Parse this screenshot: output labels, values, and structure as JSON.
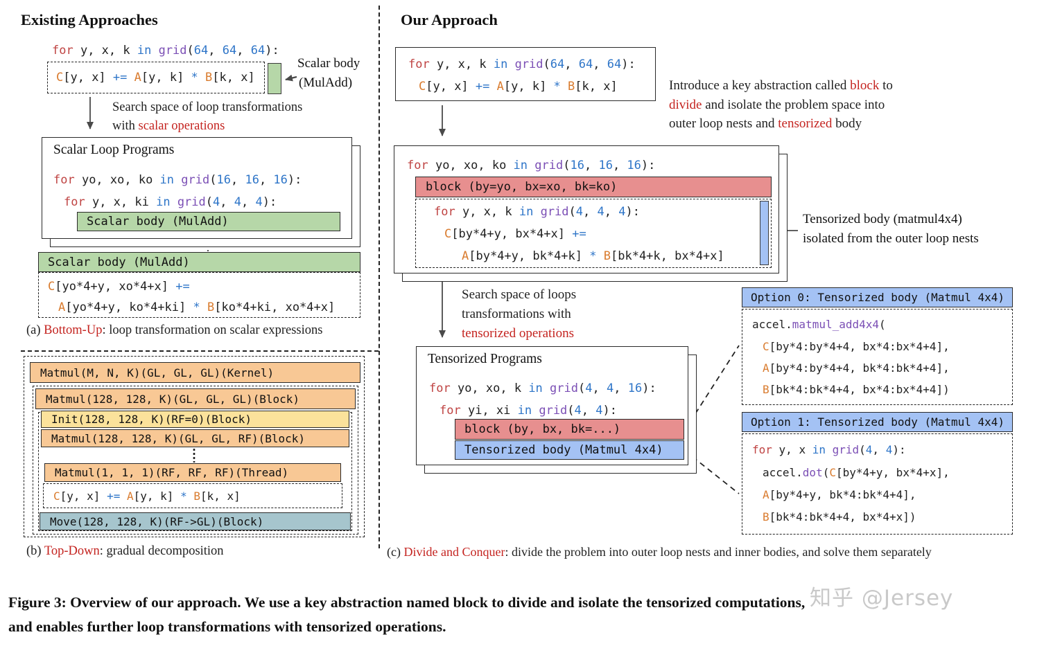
{
  "palette": {
    "p": "#1f1f1f",
    "kw": "#bf4342",
    "op": "#2e75c8",
    "fn": "#7b4fb5",
    "num": "#2e75c8",
    "var": "#d97b2e",
    "red": "#c4231f"
  },
  "colors": {
    "green": "#b6d7a8",
    "orange": "#f8c895",
    "yellow": "#fbe29b",
    "teal": "#a6c5cd",
    "salmon": "#e78f8f",
    "blue": "#a4c2f4",
    "border": "#2a2a2a"
  },
  "left": {
    "heading": "Existing Approaches",
    "code_top": {
      "l1": [
        {
          "t": "for",
          "c": "kw"
        },
        {
          "t": " y, x, k ",
          "c": "p"
        },
        {
          "t": "in",
          "c": "op"
        },
        {
          "t": " ",
          "c": "p"
        },
        {
          "t": "grid",
          "c": "fn"
        },
        {
          "t": "(",
          "c": "p"
        },
        {
          "t": "64",
          "c": "num"
        },
        {
          "t": ", ",
          "c": "p"
        },
        {
          "t": "64",
          "c": "num"
        },
        {
          "t": ", ",
          "c": "p"
        },
        {
          "t": "64",
          "c": "num"
        },
        {
          "t": "):",
          "c": "p"
        }
      ],
      "l2": [
        {
          "t": "C",
          "c": "var"
        },
        {
          "t": "[y, x] ",
          "c": "p"
        },
        {
          "t": "+=",
          "c": "op"
        },
        {
          "t": " ",
          "c": "p"
        },
        {
          "t": "A",
          "c": "var"
        },
        {
          "t": "[y, k] ",
          "c": "p"
        },
        {
          "t": "*",
          "c": "op"
        },
        {
          "t": " ",
          "c": "p"
        },
        {
          "t": "B",
          "c": "var"
        },
        {
          "t": "[k, x]",
          "c": "p"
        }
      ]
    },
    "scalar_body_label": {
      "l1": "Scalar body",
      "l2": "(MulAdd)"
    },
    "search": {
      "l1": [
        {
          "t": "Search space of loop transformations",
          "c": "p"
        }
      ],
      "l2": [
        {
          "t": "with ",
          "c": "p"
        },
        {
          "t": "scalar operations",
          "c": "red"
        }
      ]
    },
    "slp": {
      "title": "Scalar Loop Programs",
      "l1": [
        {
          "t": "for",
          "c": "kw"
        },
        {
          "t": " yo, xo, ko ",
          "c": "p"
        },
        {
          "t": "in",
          "c": "op"
        },
        {
          "t": " ",
          "c": "p"
        },
        {
          "t": "grid",
          "c": "fn"
        },
        {
          "t": "(",
          "c": "p"
        },
        {
          "t": "16",
          "c": "num"
        },
        {
          "t": ", ",
          "c": "p"
        },
        {
          "t": "16",
          "c": "num"
        },
        {
          "t": ", ",
          "c": "p"
        },
        {
          "t": "16",
          "c": "num"
        },
        {
          "t": "):",
          "c": "p"
        }
      ],
      "l2": [
        {
          "t": "for",
          "c": "kw"
        },
        {
          "t": " y, x, ki ",
          "c": "p"
        },
        {
          "t": "in",
          "c": "op"
        },
        {
          "t": " ",
          "c": "p"
        },
        {
          "t": "grid",
          "c": "fn"
        },
        {
          "t": "(",
          "c": "p"
        },
        {
          "t": "4",
          "c": "num"
        },
        {
          "t": ", ",
          "c": "p"
        },
        {
          "t": "4",
          "c": "num"
        },
        {
          "t": ", ",
          "c": "p"
        },
        {
          "t": "4",
          "c": "num"
        },
        {
          "t": "):",
          "c": "p"
        }
      ],
      "body_label": "Scalar body (MulAdd)"
    },
    "expanded": {
      "label": "Scalar body (MulAdd)",
      "l1": [
        {
          "t": "C",
          "c": "var"
        },
        {
          "t": "[yo*4+y, xo*4+x] ",
          "c": "p"
        },
        {
          "t": "+=",
          "c": "op"
        }
      ],
      "l2": [
        {
          "t": "A",
          "c": "var"
        },
        {
          "t": "[yo*4+y, ko*4+ki] ",
          "c": "p"
        },
        {
          "t": "*",
          "c": "op"
        },
        {
          "t": " ",
          "c": "p"
        },
        {
          "t": "B",
          "c": "var"
        },
        {
          "t": "[ko*4+ki, xo*4+x]",
          "c": "p"
        }
      ]
    },
    "caption_a": [
      {
        "t": "(a) ",
        "c": "p"
      },
      {
        "t": "Bottom-Up",
        "c": "red"
      },
      {
        "t": ": loop transformation on scalar expressions",
        "c": "p"
      }
    ],
    "topdown": {
      "kernel": "Matmul(M, N, K)(GL, GL, GL)(Kernel)",
      "block": "Matmul(128, 128, K)(GL, GL, GL)(Block)",
      "init": "Init(128, 128, K)(RF=0)(Block)",
      "matmul_rf": "Matmul(128, 128, K)(GL, GL, RF)(Block)",
      "thread": "Matmul(1, 1, 1)(RF, RF, RF)(Thread)",
      "code": [
        {
          "t": "C",
          "c": "var"
        },
        {
          "t": "[y, x] ",
          "c": "p"
        },
        {
          "t": "+=",
          "c": "op"
        },
        {
          "t": " ",
          "c": "p"
        },
        {
          "t": "A",
          "c": "var"
        },
        {
          "t": "[y, k] ",
          "c": "p"
        },
        {
          "t": "*",
          "c": "op"
        },
        {
          "t": " ",
          "c": "p"
        },
        {
          "t": "B",
          "c": "var"
        },
        {
          "t": "[k, x]",
          "c": "p"
        }
      ],
      "move": "Move(128, 128, K)(RF->GL)(Block)",
      "caption_b": [
        {
          "t": "(b) ",
          "c": "p"
        },
        {
          "t": "Top-Down",
          "c": "red"
        },
        {
          "t": ": gradual decomposition",
          "c": "p"
        }
      ]
    }
  },
  "middle": {
    "heading": "Our Approach",
    "code_top": {
      "l1": [
        {
          "t": "for",
          "c": "kw"
        },
        {
          "t": " y, x, k ",
          "c": "p"
        },
        {
          "t": "in",
          "c": "op"
        },
        {
          "t": " ",
          "c": "p"
        },
        {
          "t": "grid",
          "c": "fn"
        },
        {
          "t": "(",
          "c": "p"
        },
        {
          "t": "64",
          "c": "num"
        },
        {
          "t": ", ",
          "c": "p"
        },
        {
          "t": "64",
          "c": "num"
        },
        {
          "t": ", ",
          "c": "p"
        },
        {
          "t": "64",
          "c": "num"
        },
        {
          "t": "):",
          "c": "p"
        }
      ],
      "l2": [
        {
          "t": "C",
          "c": "var"
        },
        {
          "t": "[y, x] ",
          "c": "p"
        },
        {
          "t": "+=",
          "c": "op"
        },
        {
          "t": " ",
          "c": "p"
        },
        {
          "t": "A",
          "c": "var"
        },
        {
          "t": "[y, k] ",
          "c": "p"
        },
        {
          "t": "*",
          "c": "op"
        },
        {
          "t": " ",
          "c": "p"
        },
        {
          "t": "B",
          "c": "var"
        },
        {
          "t": "[k, x]",
          "c": "p"
        }
      ]
    },
    "intro": {
      "l1": [
        {
          "t": "Introduce a key abstraction called ",
          "c": "p"
        },
        {
          "t": "block",
          "c": "red"
        },
        {
          "t": " to",
          "c": "p"
        }
      ],
      "l2": [
        {
          "t": "divide",
          "c": "red"
        },
        {
          "t": " and isolate the problem space into",
          "c": "p"
        }
      ],
      "l3": [
        {
          "t": "outer loop nests and ",
          "c": "p"
        },
        {
          "t": "tensorized",
          "c": "red"
        },
        {
          "t": " body",
          "c": "p"
        }
      ]
    },
    "blockbox": {
      "l1": [
        {
          "t": "for",
          "c": "kw"
        },
        {
          "t": " yo, xo, ko ",
          "c": "p"
        },
        {
          "t": "in",
          "c": "op"
        },
        {
          "t": " ",
          "c": "p"
        },
        {
          "t": "grid",
          "c": "fn"
        },
        {
          "t": "(",
          "c": "p"
        },
        {
          "t": "16",
          "c": "num"
        },
        {
          "t": ", ",
          "c": "p"
        },
        {
          "t": "16",
          "c": "num"
        },
        {
          "t": ", ",
          "c": "p"
        },
        {
          "t": "16",
          "c": "num"
        },
        {
          "t": "):",
          "c": "p"
        }
      ],
      "header": "block (by=yo, bx=xo, bk=ko)",
      "l2": [
        {
          "t": "for",
          "c": "kw"
        },
        {
          "t": " y, x, k ",
          "c": "p"
        },
        {
          "t": "in",
          "c": "op"
        },
        {
          "t": " ",
          "c": "p"
        },
        {
          "t": "grid",
          "c": "fn"
        },
        {
          "t": "(",
          "c": "p"
        },
        {
          "t": "4",
          "c": "num"
        },
        {
          "t": ", ",
          "c": "p"
        },
        {
          "t": "4",
          "c": "num"
        },
        {
          "t": ", ",
          "c": "p"
        },
        {
          "t": "4",
          "c": "num"
        },
        {
          "t": "):",
          "c": "p"
        }
      ],
      "l3": [
        {
          "t": "C",
          "c": "var"
        },
        {
          "t": "[by*4+y, bx*4+x] ",
          "c": "p"
        },
        {
          "t": "+=",
          "c": "op"
        }
      ],
      "l4": [
        {
          "t": "A",
          "c": "var"
        },
        {
          "t": "[by*4+y, bk*4+k] ",
          "c": "p"
        },
        {
          "t": "*",
          "c": "op"
        },
        {
          "t": " ",
          "c": "p"
        },
        {
          "t": "B",
          "c": "var"
        },
        {
          "t": "[bk*4+k, bx*4+x]",
          "c": "p"
        }
      ]
    },
    "tensorized_label": {
      "l1": "Tensorized body (matmul4x4)",
      "l2": "isolated from the outer loop nests"
    },
    "search": {
      "l1": [
        {
          "t": "Search space of loops",
          "c": "p"
        }
      ],
      "l2": [
        {
          "t": "transformations with",
          "c": "p"
        }
      ],
      "l3": [
        {
          "t": "tensorized operations",
          "c": "red"
        }
      ]
    },
    "tp": {
      "title": "Tensorized Programs",
      "l1": [
        {
          "t": "for",
          "c": "kw"
        },
        {
          "t": " yo, xo, k ",
          "c": "p"
        },
        {
          "t": "in",
          "c": "op"
        },
        {
          "t": " ",
          "c": "p"
        },
        {
          "t": "grid",
          "c": "fn"
        },
        {
          "t": "(",
          "c": "p"
        },
        {
          "t": "4",
          "c": "num"
        },
        {
          "t": ", ",
          "c": "p"
        },
        {
          "t": "4",
          "c": "num"
        },
        {
          "t": ", ",
          "c": "p"
        },
        {
          "t": "16",
          "c": "num"
        },
        {
          "t": "):",
          "c": "p"
        }
      ],
      "l2": [
        {
          "t": "for",
          "c": "kw"
        },
        {
          "t": " yi, xi ",
          "c": "p"
        },
        {
          "t": "in",
          "c": "op"
        },
        {
          "t": " ",
          "c": "p"
        },
        {
          "t": "grid",
          "c": "fn"
        },
        {
          "t": "(",
          "c": "p"
        },
        {
          "t": "4",
          "c": "num"
        },
        {
          "t": ", ",
          "c": "p"
        },
        {
          "t": "4",
          "c": "num"
        },
        {
          "t": "):",
          "c": "p"
        }
      ],
      "block": "block (by, bx, bk=...)",
      "body": "Tensorized body (Matmul 4x4)"
    },
    "caption_c": [
      {
        "t": "(c) ",
        "c": "p"
      },
      {
        "t": "Divide and Conquer",
        "c": "red"
      },
      {
        "t": ": divide the problem into outer loop nests and inner bodies, and solve them separately",
        "c": "p"
      }
    ]
  },
  "options": {
    "opt0": {
      "header": "Option 0: Tensorized body (Matmul 4x4)",
      "l1": [
        {
          "t": "accel.",
          "c": "p"
        },
        {
          "t": "matmul_add4x4",
          "c": "fn"
        },
        {
          "t": "(",
          "c": "p"
        }
      ],
      "l2": [
        {
          "t": "C",
          "c": "var"
        },
        {
          "t": "[by*4:by*4+4, bx*4:bx*4+4],",
          "c": "p"
        }
      ],
      "l3": [
        {
          "t": "A",
          "c": "var"
        },
        {
          "t": "[by*4:by*4+4, bk*4:bk*4+4],",
          "c": "p"
        }
      ],
      "l4": [
        {
          "t": "B",
          "c": "var"
        },
        {
          "t": "[bk*4:bk*4+4, bx*4:bx*4+4])",
          "c": "p"
        }
      ]
    },
    "opt1": {
      "header": "Option 1: Tensorized body (Matmul 4x4)",
      "l1": [
        {
          "t": "for",
          "c": "kw"
        },
        {
          "t": " y, x ",
          "c": "p"
        },
        {
          "t": "in",
          "c": "op"
        },
        {
          "t": " ",
          "c": "p"
        },
        {
          "t": "grid",
          "c": "fn"
        },
        {
          "t": "(",
          "c": "p"
        },
        {
          "t": "4",
          "c": "num"
        },
        {
          "t": ", ",
          "c": "p"
        },
        {
          "t": "4",
          "c": "num"
        },
        {
          "t": "):",
          "c": "p"
        }
      ],
      "l2": [
        {
          "t": "accel.",
          "c": "p"
        },
        {
          "t": "dot",
          "c": "fn"
        },
        {
          "t": "(",
          "c": "p"
        },
        {
          "t": "C",
          "c": "var"
        },
        {
          "t": "[by*4+y, bx*4+x],",
          "c": "p"
        }
      ],
      "l3": [
        {
          "t": "A",
          "c": "var"
        },
        {
          "t": "[by*4+y, bk*4:bk*4+4],",
          "c": "p"
        }
      ],
      "l4": [
        {
          "t": "B",
          "c": "var"
        },
        {
          "t": "[bk*4:bk*4+4, bx*4+x])",
          "c": "p"
        }
      ]
    }
  },
  "figure_caption": {
    "l1": "Figure 3: Overview of our approach. We use a key abstraction named block to divide and isolate the tensorized computations,",
    "l2": "and enables further loop transformations with tensorized operations."
  },
  "watermark": "知乎 @Jersey"
}
